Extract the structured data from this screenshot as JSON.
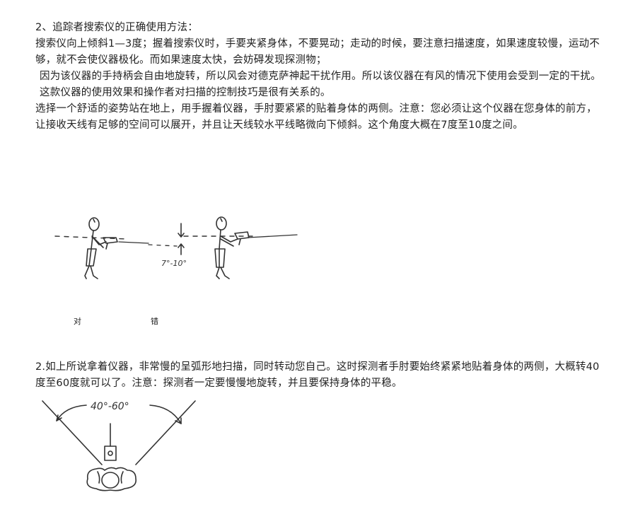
{
  "section1": {
    "heading": "2、追踪者搜索仪的正确使用方法：",
    "p1": "搜索仪向上倾斜1—3度；握着搜索仪时，手要夹紧身体，不要晃动；走动的时候，要注意扫描速度，如果速度较慢，运动不够，就不会使仪器极化。而如果速度太快，会妨碍发现探测物；",
    "p2": "因为该仪器的手持柄会自由地旋转，所以风会对德克萨神起干扰作用。所以该仪器在有风的情况下使用会受到一定的干扰。这款仪器的使用效果和操作者对扫描的控制技巧是很有关系的。",
    "p3": "选择一个舒适的姿势站在地上，用手握着仪器，手肘要紧紧的贴着身体的两侧。注意：您必须让这个仪器在您身体的前方，让接收天线有足够的空间可以展开，并且让天线较水平线略微向下倾斜。这个角度大概在7度至10度之间。"
  },
  "figure1": {
    "angle_label": "7°-10°",
    "caption_correct": "对",
    "caption_wrong": "错"
  },
  "section2": {
    "p1": "2.如上所说拿着仪器，非常慢的呈弧形地扫描，同时转动您自己。这时探测者手肘要始终紧紧地贴着身体的两侧，大概转40度至60度就可以了。注意：探测者一定要慢慢地旋转，并且要保持身体的平稳。"
  },
  "figure2": {
    "angle_label": "40°-60°"
  },
  "colors": {
    "text": "#222222",
    "line": "#333333",
    "background": "#ffffff"
  }
}
